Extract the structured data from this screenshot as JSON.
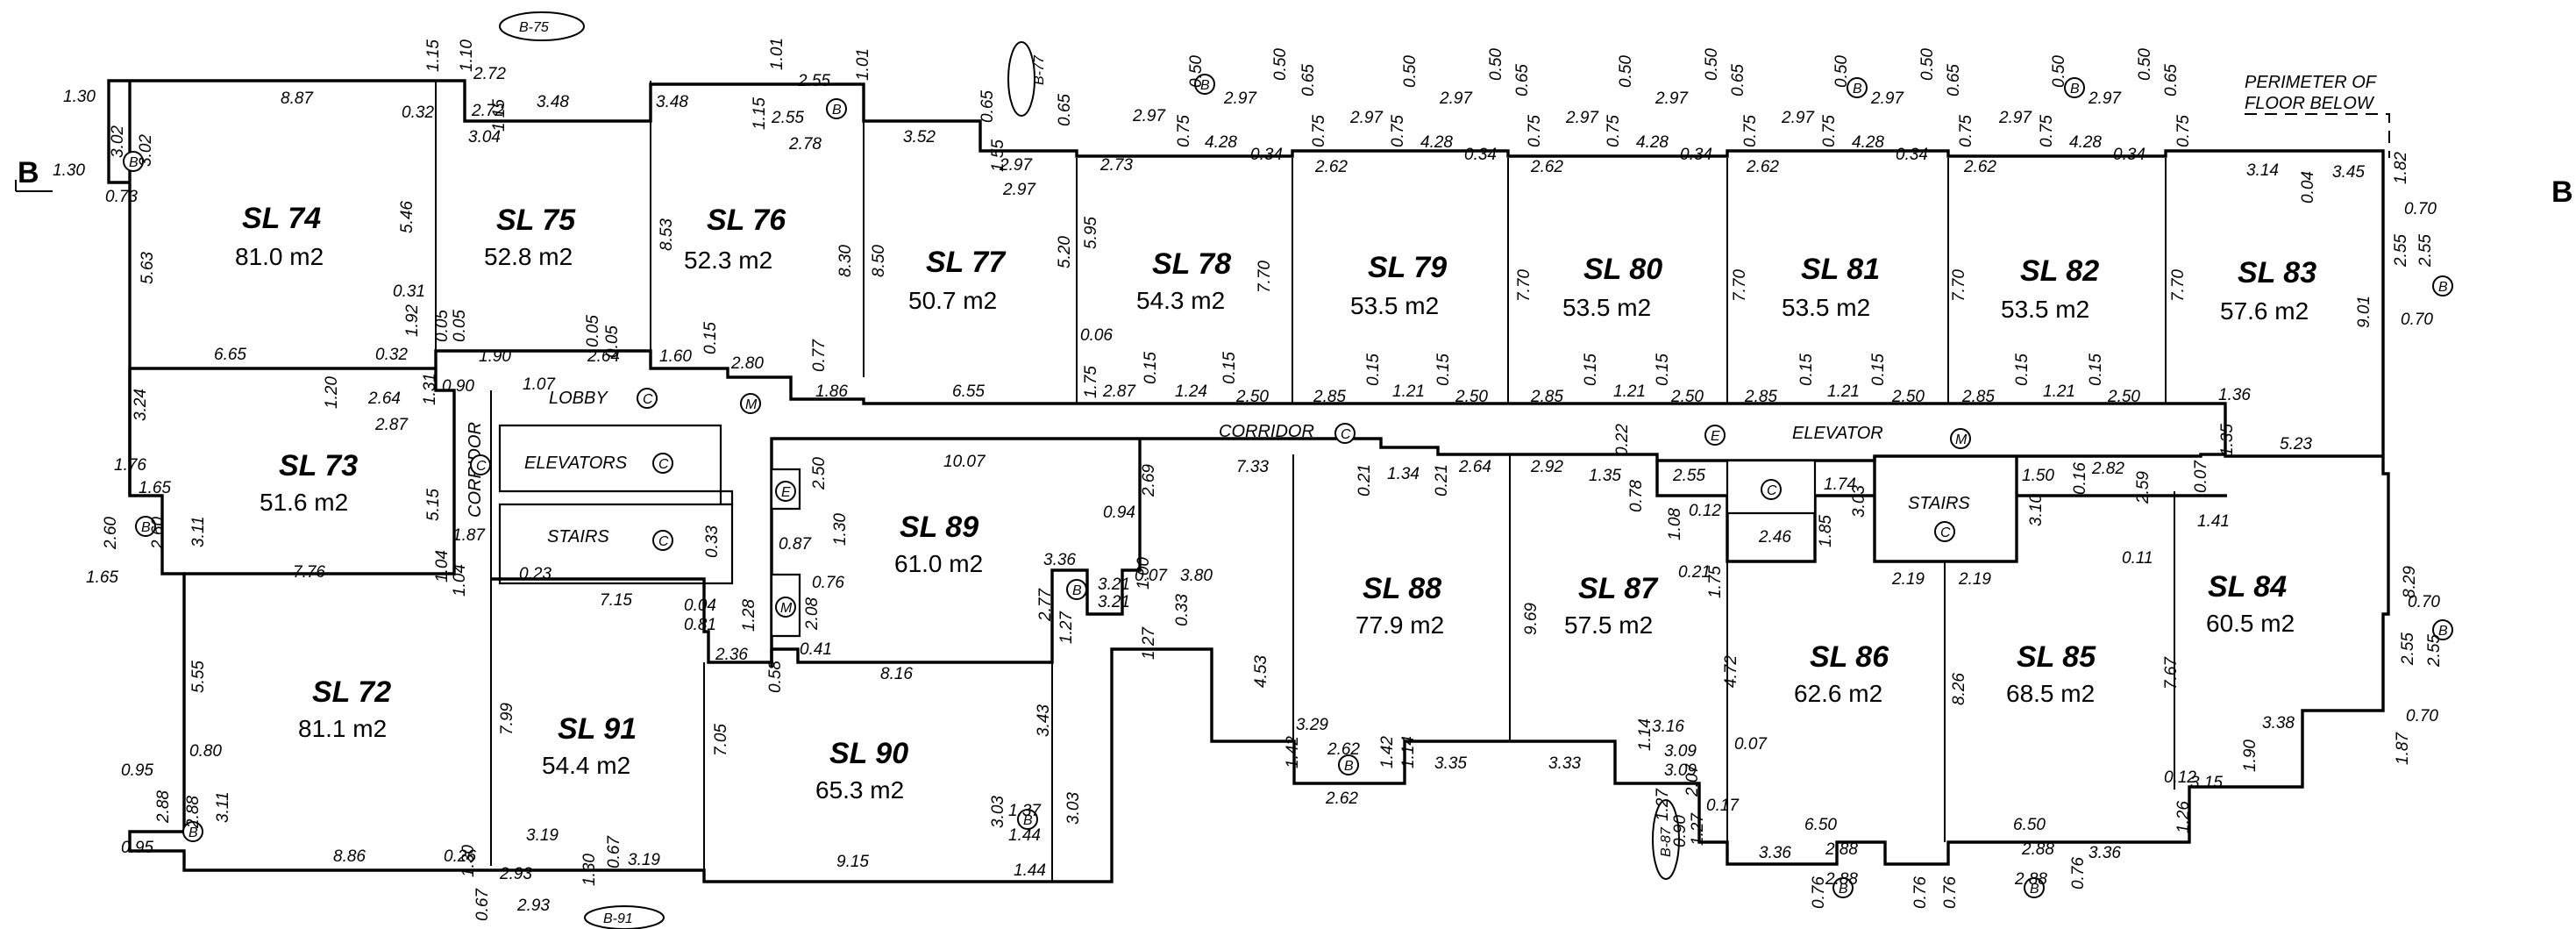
{
  "section_marks": {
    "left": "B",
    "right": "B"
  },
  "units": [
    {
      "id": "SL 74",
      "area": "81.0 m2"
    },
    {
      "id": "SL 75",
      "area": "52.8 m2"
    },
    {
      "id": "SL 76",
      "area": "52.3 m2"
    },
    {
      "id": "SL 77",
      "area": "50.7 m2"
    },
    {
      "id": "SL 78",
      "area": "54.3 m2"
    },
    {
      "id": "SL 79",
      "area": "53.5 m2"
    },
    {
      "id": "SL 80",
      "area": "53.5 m2"
    },
    {
      "id": "SL 81",
      "area": "53.5 m2"
    },
    {
      "id": "SL 82",
      "area": "53.5 m2"
    },
    {
      "id": "SL 83",
      "area": "57.6 m2"
    },
    {
      "id": "SL 73",
      "area": "51.6 m2"
    },
    {
      "id": "SL 89",
      "area": "61.0 m2"
    },
    {
      "id": "SL 88",
      "area": "77.9 m2"
    },
    {
      "id": "SL 87",
      "area": "57.5 m2"
    },
    {
      "id": "SL 86",
      "area": "62.6 m2"
    },
    {
      "id": "SL 85",
      "area": "68.5 m2"
    },
    {
      "id": "SL 84",
      "area": "60.5 m2"
    },
    {
      "id": "SL 72",
      "area": "81.1 m2"
    },
    {
      "id": "SL 91",
      "area": "54.4 m2"
    },
    {
      "id": "SL 90",
      "area": "65.3 m2"
    }
  ],
  "labels": {
    "lobby": "LOBBY",
    "corridor_main": "CORRIDOR",
    "corridor_vertical": "CORRIDOR",
    "elevators": "ELEVATORS",
    "stairs_left": "STAIRS",
    "elevator_right": "ELEVATOR",
    "stairs_right": "STAIRS",
    "perimeter_line1": "PERIMETER OF",
    "perimeter_line2": "FLOOR BELOW"
  },
  "balcony_tags": {
    "b75": "B-75",
    "b77": "B-77",
    "b87": "B-87",
    "b91": "B-91"
  },
  "symbol_letters": {
    "common": "C",
    "balcony": "B",
    "mechanical": "M",
    "electrical": "E"
  },
  "dimensions": {
    "d01": "1.30",
    "d02": "3.02",
    "d03": "3.02",
    "d04": "1.30",
    "d05": "0.73",
    "d06": "8.87",
    "d07": "1.15",
    "d08": "1.10",
    "d09": "2.72",
    "d10": "2.72",
    "d11": "0.32",
    "d12": "1.15",
    "d13": "3.48",
    "d14": "3.04",
    "d15": "3.48",
    "d16": "1.15",
    "d17": "1.01",
    "d18": "2.55",
    "d19": "2.55",
    "d20": "1.01",
    "d21": "2.78",
    "d22": "3.52",
    "d23": "1.55",
    "d24": "0.65",
    "d25": "0.65",
    "d26": "2.97",
    "d27": "2.97",
    "d28": "2.73",
    "d29": "2.97",
    "d30": "0.50",
    "d31": "2.97",
    "d32": "0.50",
    "d33": "0.65",
    "d34": "0.75",
    "d35": "4.28",
    "d36": "0.34",
    "d37": "0.75",
    "d38": "2.97",
    "d39": "0.50",
    "d40": "2.97",
    "d41": "0.50",
    "d42": "0.65",
    "d43": "2.62",
    "d44": "0.75",
    "d45": "4.28",
    "d46": "0.34",
    "d47": "0.75",
    "d48": "2.97",
    "d49": "0.50",
    "d50": "2.97",
    "d51": "0.50",
    "d52": "0.65",
    "d53": "2.62",
    "d54": "0.75",
    "d55": "4.28",
    "d56": "0.34",
    "d57": "0.75",
    "d58": "2.97",
    "d59": "0.50",
    "d60": "2.97",
    "d61": "0.50",
    "d62": "0.65",
    "d63": "2.62",
    "d64": "0.75",
    "d65": "4.28",
    "d66": "0.34",
    "d67": "0.75",
    "d68": "2.97",
    "d69": "0.50",
    "d70": "2.97",
    "d71": "0.50",
    "d72": "0.65",
    "d73": "2.62",
    "d74": "0.75",
    "d75": "4.28",
    "d76": "0.34",
    "d77": "0.75",
    "d78": "3.14",
    "d79": "0.04",
    "d80": "3.45",
    "d81": "1.82",
    "d82": "0.70",
    "d83": "2.55",
    "d84": "2.55",
    "d85": "0.70",
    "d86": "9.01",
    "d87": "5.63",
    "d88": "5.46",
    "d89": "8.53",
    "d90": "8.30",
    "d91": "8.50",
    "d92": "5.20",
    "d93": "5.95",
    "d94": "7.70",
    "d95": "7.70",
    "d96": "7.70",
    "d97": "7.70",
    "d98": "7.70",
    "d99": "0.31",
    "d100": "1.92",
    "d101": "0.32",
    "d102": "0.05",
    "d103": "0.05",
    "d104": "1.90",
    "d105": "0.05",
    "d106": "0.05",
    "d107": "2.64",
    "d108": "1.60",
    "d109": "0.15",
    "d110": "2.80",
    "d111": "0.77",
    "d112": "1.86",
    "d113": "0.06",
    "d114": "1.75",
    "d115": "2.87",
    "d116": "0.15",
    "d117": "1.24",
    "d118": "0.15",
    "d119": "2.50",
    "d120": "2.85",
    "d121": "0.15",
    "d122": "1.21",
    "d123": "0.15",
    "d124": "2.50",
    "d125": "2.85",
    "d126": "0.15",
    "d127": "1.21",
    "d128": "0.15",
    "d129": "2.50",
    "d130": "2.85",
    "d131": "0.15",
    "d132": "1.21",
    "d133": "0.15",
    "d134": "2.50",
    "d135": "2.85",
    "d136": "0.15",
    "d137": "1.21",
    "d138": "0.15",
    "d139": "2.50",
    "d140": "1.36",
    "d141": "1.35",
    "d142": "5.23",
    "d143": "6.65",
    "d144": "1.20",
    "d145": "2.64",
    "d146": "1.31",
    "d147": "0.90",
    "d148": "1.07",
    "d149": "6.55",
    "d150": "2.87",
    "d151": "3.24",
    "d152": "1.76",
    "d153": "1.65",
    "d154": "2.60",
    "d155": "2.60",
    "d156": "3.11",
    "d157": "1.65",
    "d158": "7.76",
    "d159": "5.15",
    "d160": "1.87",
    "d161": "1.04",
    "d162": "1.04",
    "d163": "0.23",
    "d164": "7.15",
    "d165": "0.33",
    "d166": "0.04",
    "d167": "0.81",
    "d168": "1.28",
    "d169": "2.50",
    "d170": "0.87",
    "d171": "1.30",
    "d172": "10.07",
    "d173": "2.69",
    "d174": "7.33",
    "d175": "0.21",
    "d176": "1.34",
    "d177": "0.21",
    "d178": "2.64",
    "d179": "2.92",
    "d180": "1.35",
    "d181": "0.22",
    "d182": "0.78",
    "d183": "2.55",
    "d184": "0.12",
    "d185": "1.08",
    "d186": "2.46",
    "d187": "1.85",
    "d188": "1.74",
    "d189": "3.03",
    "d190": "3.10",
    "d191": "1.50",
    "d192": "0.16",
    "d193": "2.82",
    "d194": "2.59",
    "d195": "0.07",
    "d196": "1.41",
    "d197": "0.76",
    "d198": "2.08",
    "d199": "0.41",
    "d200": "0.58",
    "d201": "0.94",
    "d202": "1.00",
    "d203": "0.07",
    "d204": "3.80",
    "d205": "3.36",
    "d206": "3.21",
    "d207": "3.21",
    "d208": "0.33",
    "d209": "1.27",
    "d210": "2.77",
    "d211": "1.27",
    "d212": "2.36",
    "d213": "8.16",
    "d214": "4.53",
    "d215": "9.69",
    "d216": "0.21",
    "d217": "1.75",
    "d218": "4.72",
    "d219": "2.19",
    "d220": "2.19",
    "d221": "8.26",
    "d222": "0.11",
    "d223": "7.67",
    "d224": "8.29",
    "d225": "0.70",
    "d226": "2.55",
    "d227": "2.55",
    "d228": "0.70",
    "d229": "1.87",
    "d230": "3.38",
    "d231": "5.55",
    "d232": "0.80",
    "d233": "0.95",
    "d234": "2.88",
    "d235": "2.88",
    "d236": "3.11",
    "d237": "0.95",
    "d238": "8.86",
    "d239": "0.26",
    "d240": "3.19",
    "d241": "0.67",
    "d242": "3.19",
    "d243": "7.99",
    "d244": "7.05",
    "d245": "1.30",
    "d246": "2.93",
    "d247": "1.30",
    "d248": "0.67",
    "d249": "2.93",
    "d250": "9.15",
    "d251": "3.43",
    "d252": "1.37",
    "d253": "1.44",
    "d254": "1.44",
    "d255": "3.03",
    "d256": "3.03",
    "d257": "3.29",
    "d258": "1.42",
    "d259": "2.62",
    "d260": "1.42",
    "d261": "1.14",
    "d262": "2.62",
    "d263": "3.35",
    "d264": "3.33",
    "d265": "1.14",
    "d266": "3.16",
    "d267": "3.09",
    "d268": "3.09",
    "d269": "2.07",
    "d270": "0.07",
    "d271": "0.17",
    "d272": "1.27",
    "d273": "1.27",
    "d274": "0.90",
    "d275": "6.50",
    "d276": "6.50",
    "d277": "3.36",
    "d278": "2.88",
    "d279": "2.88",
    "d280": "0.76",
    "d281": "0.76",
    "d282": "0.76",
    "d283": "2.88",
    "d284": "2.88",
    "d285": "0.76",
    "d286": "3.36",
    "d287": "0.12",
    "d288": "1.26",
    "d289": "3.15",
    "d290": "1.90"
  }
}
